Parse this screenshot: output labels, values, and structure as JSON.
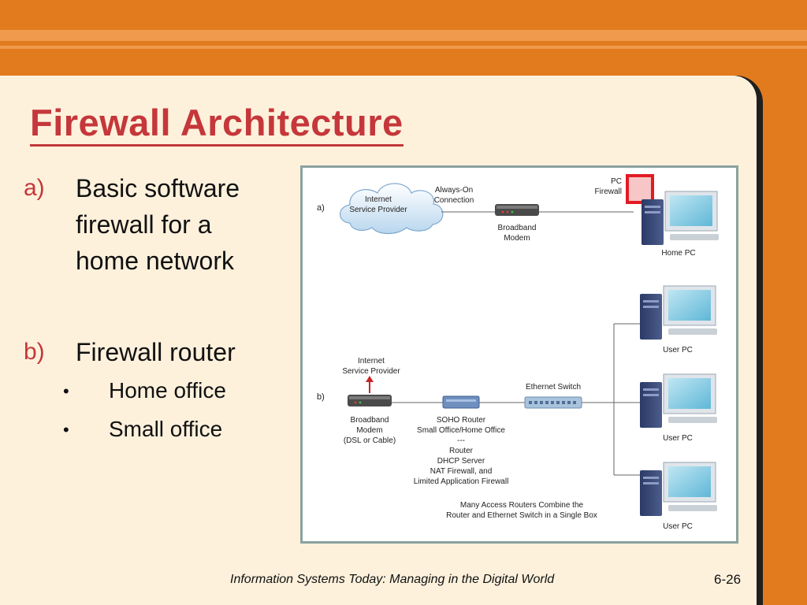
{
  "title": "Firewall Architecture",
  "bullets": {
    "a_marker": "a)",
    "a_lines": [
      "Basic software",
      "firewall for a",
      "home network"
    ],
    "b_marker": "b)",
    "b_text": "Firewall router",
    "sub_items": [
      "Home office",
      "Small office"
    ],
    "sub_bullet": "•"
  },
  "diagram": {
    "label_a": "a)",
    "label_b": "b)",
    "cloud_line1": "Internet",
    "cloud_line2": "Service Provider",
    "always_on_line1": "Always-On",
    "always_on_line2": "Connection",
    "pc_fw_line1": "PC",
    "pc_fw_line2": "Firewall",
    "broadband_a_line1": "Broadband",
    "broadband_a_line2": "Modem",
    "home_pc": "Home PC",
    "isp_b_line1": "Internet",
    "isp_b_line2": "Service Provider",
    "ethernet_switch": "Ethernet Switch",
    "broadband_b_lines": [
      "Broadband",
      "Modem",
      "(DSL or Cable)"
    ],
    "soho_lines": [
      "SOHO Router",
      "Small Office/Home Office",
      "---",
      "Router",
      "DHCP Server",
      "NAT Firewall, and",
      "Limited Application Firewall"
    ],
    "note_lines": [
      "Many Access Routers Combine the",
      "Router and Ethernet Switch in a Single Box"
    ],
    "user_pc_1": "User PC",
    "user_pc_2": "User PC",
    "user_pc_3": "User PC"
  },
  "footer": {
    "text": "Information Systems Today: Managing in the Digital World",
    "page": "6-26"
  },
  "colors": {
    "background_orange": "#e27b1e",
    "panel": "#fdf1dc",
    "title_red": "#c5373a",
    "frame_border": "#8aa2a0"
  }
}
